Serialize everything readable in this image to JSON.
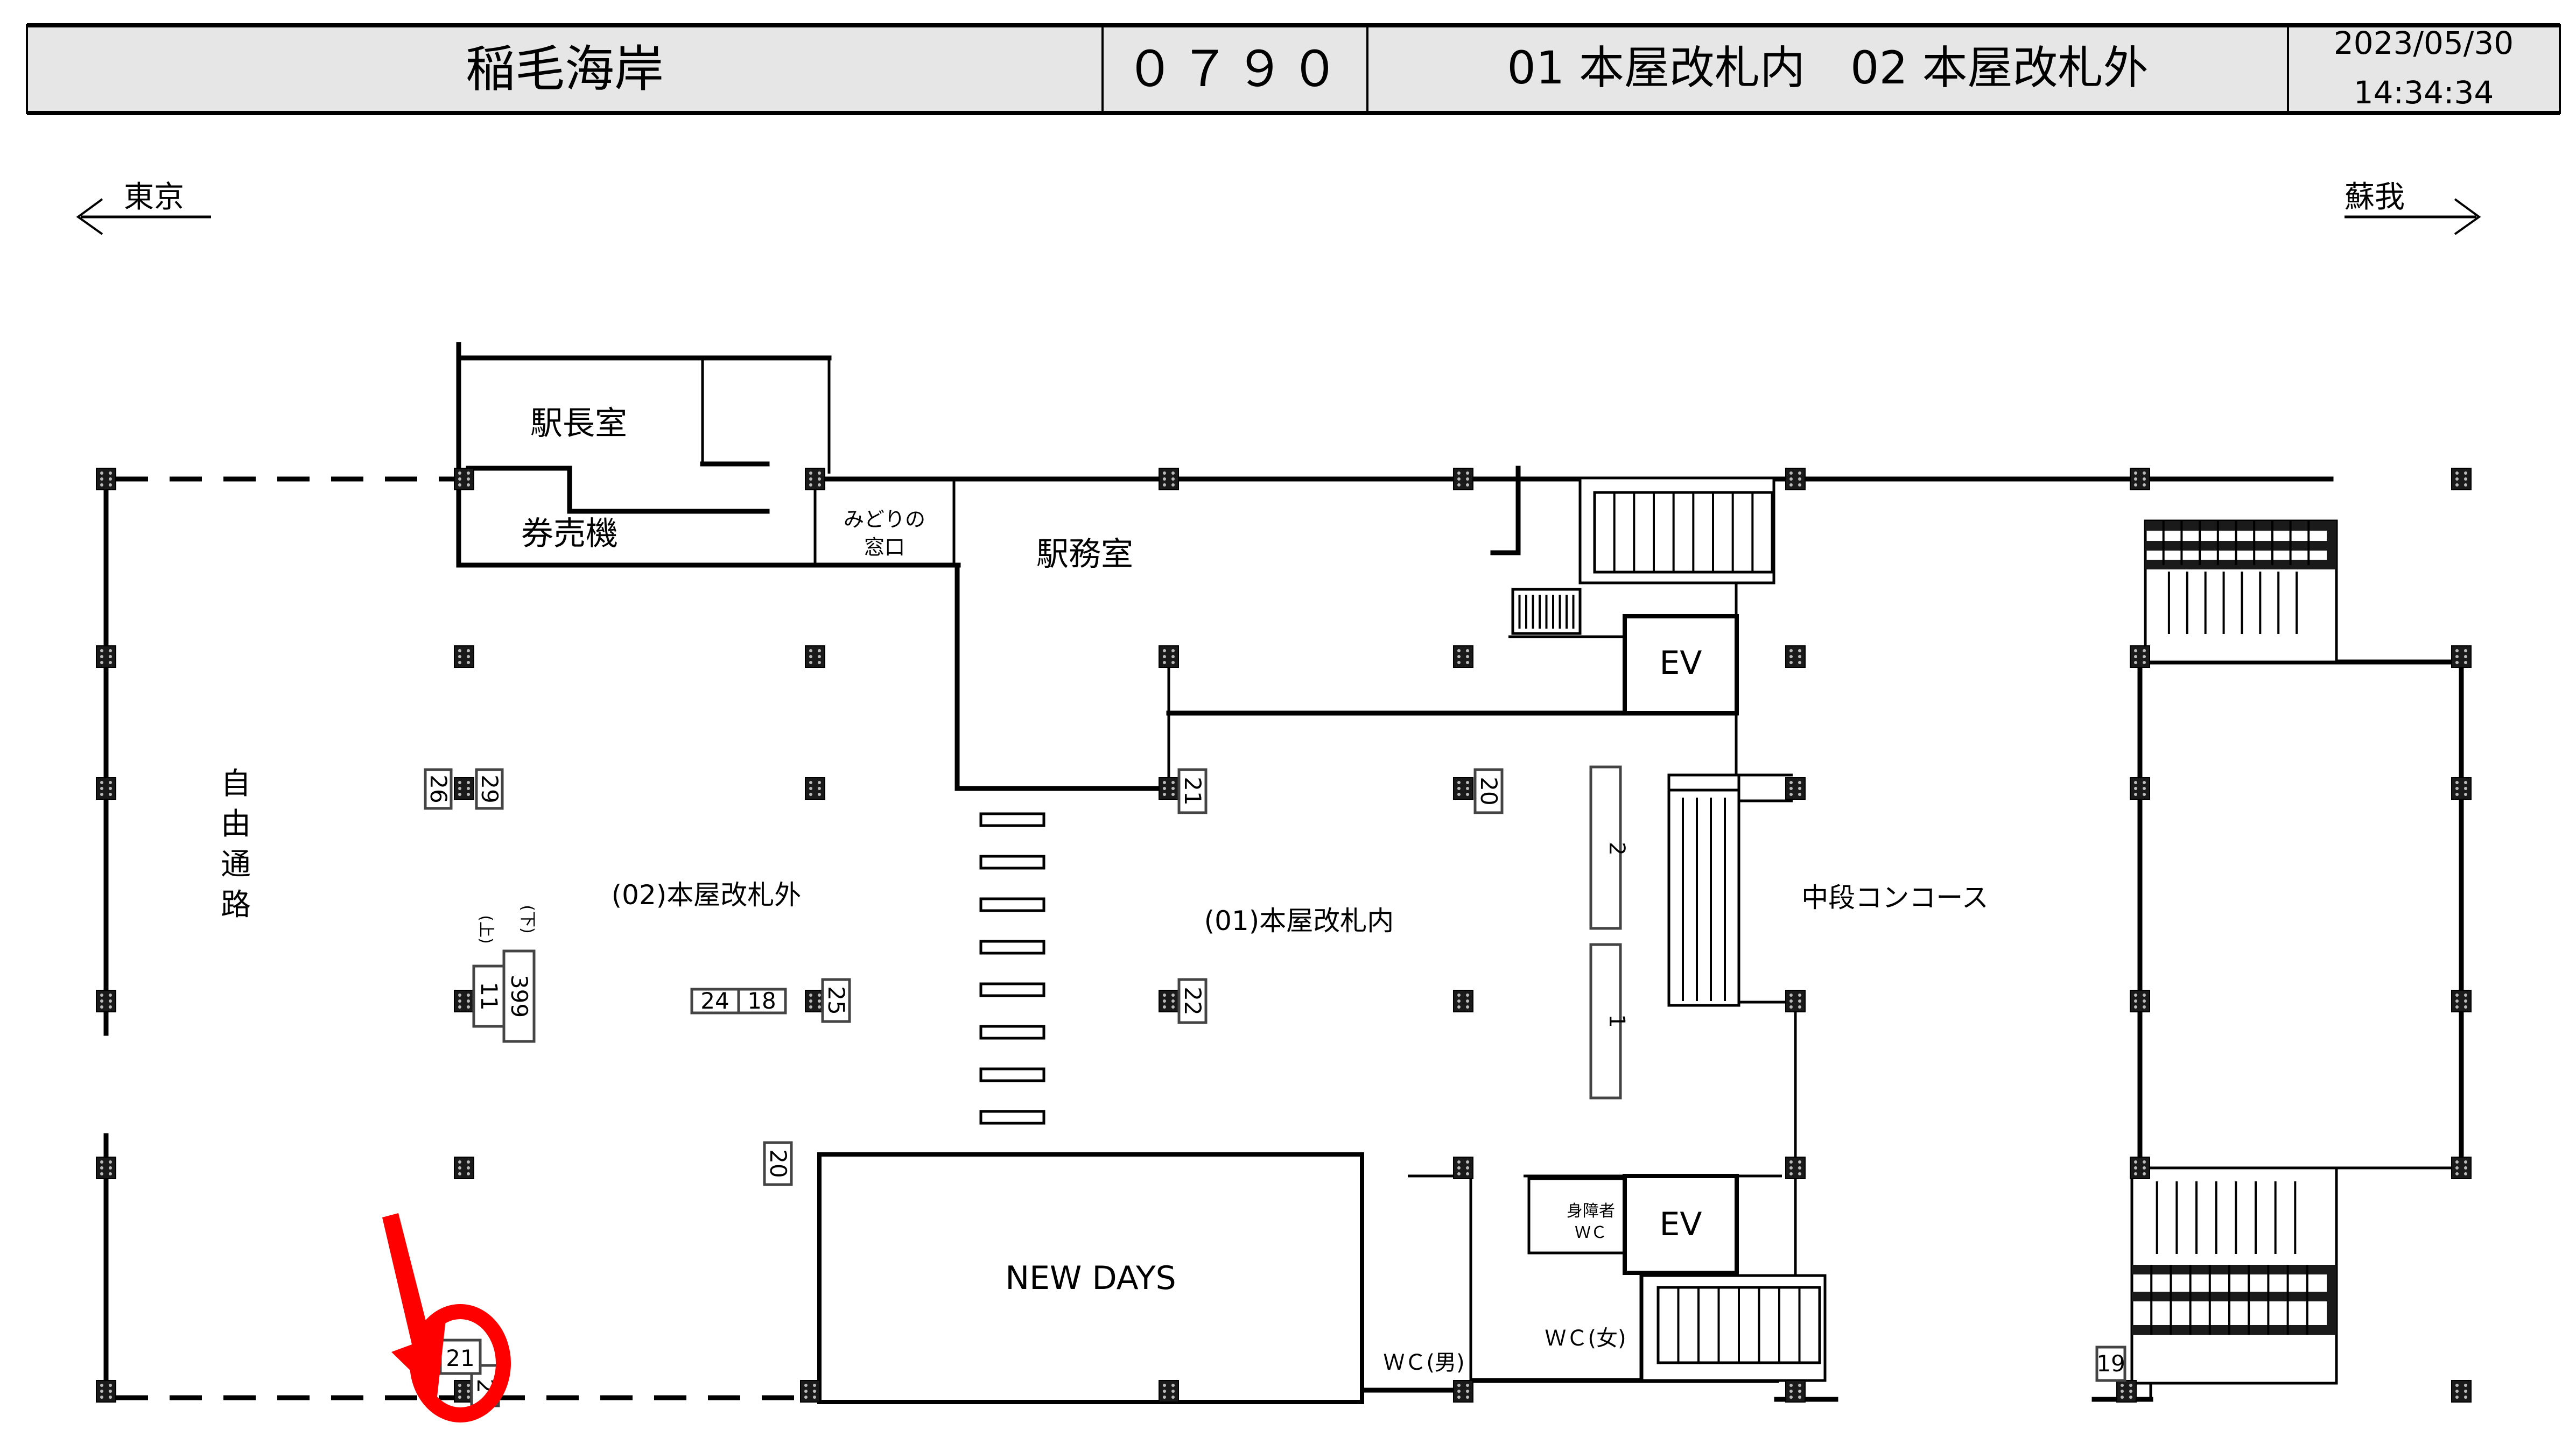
{
  "header": {
    "station_name": "稲毛海岸",
    "station_code": "０７９０",
    "gates_description": "01 本屋改札内　02 本屋改札外",
    "date": "2023/05/30",
    "time": "14:34:34"
  },
  "directions": {
    "left": "東京",
    "right": "蘇我"
  },
  "rooms": {
    "station_master": "駅長室",
    "ticket_machines": "券売機",
    "midori_line1": "みどりの",
    "midori_line2": "窓口",
    "station_office": "駅務室",
    "free_passage": [
      "自",
      "由",
      "通",
      "路"
    ],
    "outside_gate": "(02)本屋改札外",
    "inside_gate": "(01)本屋改札内",
    "mid_concourse": "中段コンコース",
    "elevator_upper": "EV",
    "elevator_lower": "EV",
    "shop": "NEW DAYS",
    "wc_men": "ＷＣ(男)",
    "wc_women": "ＷＣ(女)",
    "wc_accessible_line1": "身障者",
    "wc_accessible_line2": "ＷＣ"
  },
  "equipment_tags": {
    "tag_26": "26",
    "tag_29": "29",
    "tag_11": "11",
    "tag_399": "399",
    "tag_up": "(上)",
    "tag_down": "(下)",
    "tag_24": "24",
    "tag_18": "18",
    "tag_25": "25",
    "tag_21_gate": "21",
    "tag_20_gate": "20",
    "tag_22": "22",
    "tag_20_shop": "20",
    "tag_21_highlight": "21",
    "tag_2_partial": "2",
    "tag_19": "19",
    "bench_2": "2",
    "bench_1": "1"
  },
  "annotation": {
    "highlight_color": "#ff0000",
    "highlighted_tag": "21"
  },
  "ticket_gate_count": 8
}
